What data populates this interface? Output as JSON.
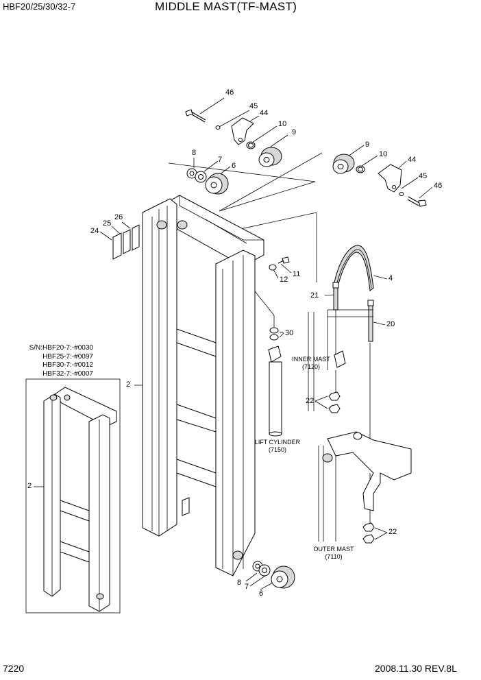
{
  "header": {
    "model": "HBF20/25/30/32-7",
    "title": "MIDDLE MAST(TF-MAST)"
  },
  "footer": {
    "page_number": "7220",
    "revision": "2008.11.30  REV.8L"
  },
  "serial_note": {
    "lines": [
      "S/N:HBF20-7:-#0030",
      "HBF25-7:-#0097",
      "HBF30-7:-#0012",
      "HBF32-7:-#0007"
    ]
  },
  "callouts": {
    "c46a": "46",
    "c45a": "45",
    "c44a": "44",
    "c10a": "10",
    "c9a": "9",
    "c8a": "8",
    "c7a": "7",
    "c6a": "6",
    "c9b": "9",
    "c10b": "10",
    "c44b": "44",
    "c45b": "45",
    "c46b": "46",
    "c26": "26",
    "c25": "25",
    "c24": "24",
    "c11": "11",
    "c12": "12",
    "c4": "4",
    "c21": "21",
    "c20": "20",
    "c30": "30",
    "c2a": "2",
    "c2b": "2",
    "c22a": "22",
    "c22b": "22",
    "c8b": "8",
    "c7b": "7",
    "c6b": "6"
  },
  "captions": {
    "inner_mast": "INNER MAST",
    "inner_mast_ref": "(7120)",
    "lift_cylinder": "LIFT CYLINDER",
    "lift_cylinder_ref": "(7150)",
    "outer_mast": "OUTER MAST",
    "outer_mast_ref": "(7110)"
  }
}
